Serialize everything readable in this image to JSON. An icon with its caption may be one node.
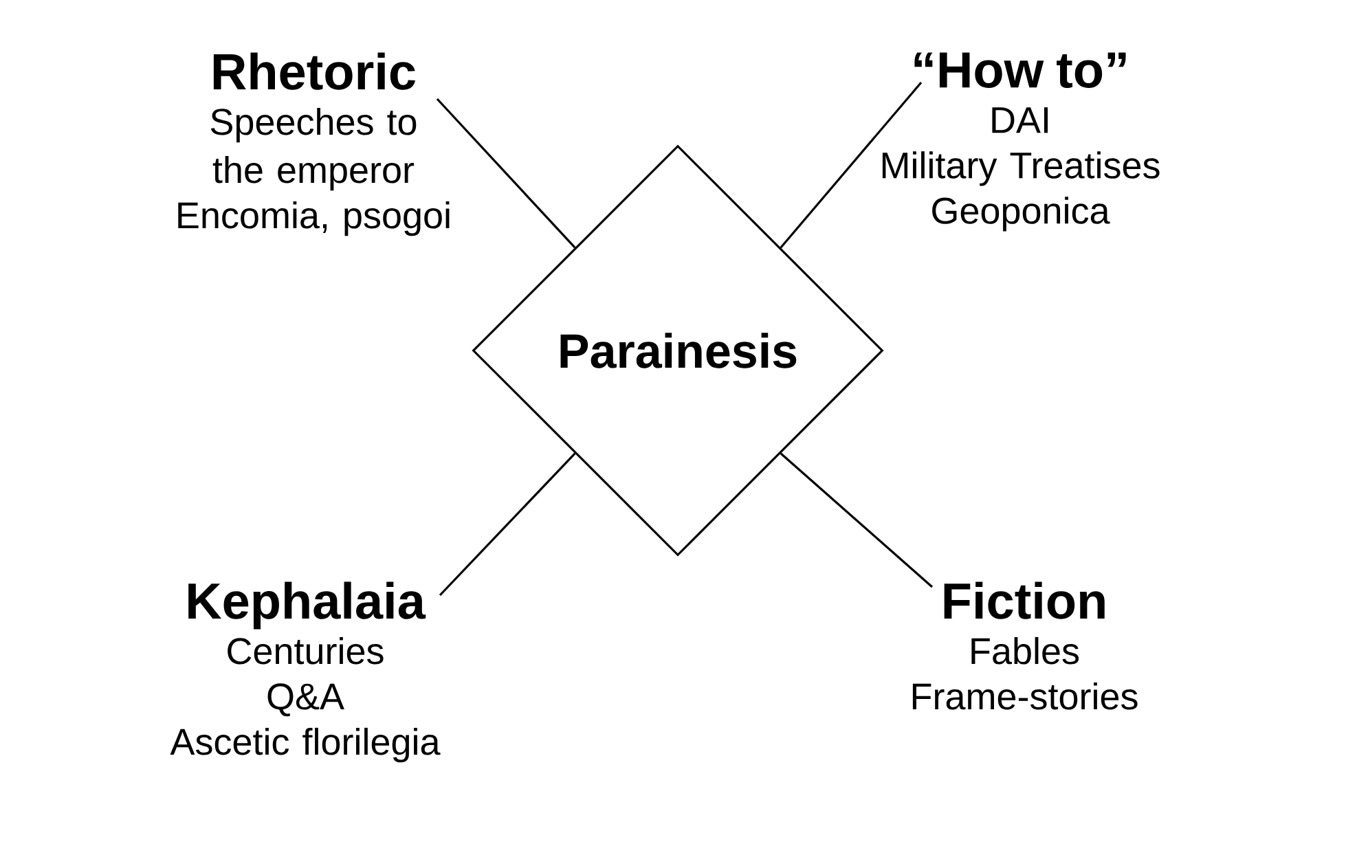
{
  "diagram": {
    "nodes": [
      {
        "text": [
          "Parainesis"
        ]
      },
      {
        "text": [
          "Rhetoric",
          "Speeches to the emperor",
          "Encomia, psogoi"
        ]
      },
      {
        "text": [
          "“How to”",
          "DAI",
          "Military Treatises",
          "Geoponica"
        ]
      },
      {
        "text": [
          "Kephalaia",
          "Centuries",
          "Q&A",
          "Ascetic florilegia"
        ]
      },
      {
        "text": [
          "Fiction",
          "Fables",
          "Frame-stories"
        ]
      }
    ],
    "edges": [
      {
        "from": 0,
        "to": 1,
        "arrow": "none"
      },
      {
        "from": 0,
        "to": 2,
        "arrow": "none"
      },
      {
        "from": 0,
        "to": 3,
        "arrow": "none"
      },
      {
        "from": 0,
        "to": 4,
        "arrow": "none"
      }
    ]
  }
}
